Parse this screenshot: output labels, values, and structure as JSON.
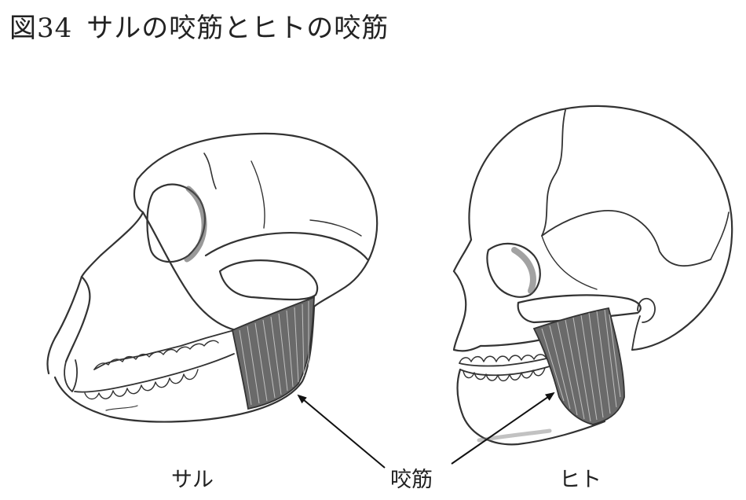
{
  "title": {
    "number": "図34",
    "text": "サルの咬筋とヒトの咬筋"
  },
  "labels": {
    "monkey": "サル",
    "muscle": "咬筋",
    "human": "ヒト"
  },
  "colors": {
    "line": "#333333",
    "muscle": "#4a4a4a",
    "shadow": "#7a7a7a",
    "background": "#ffffff"
  }
}
